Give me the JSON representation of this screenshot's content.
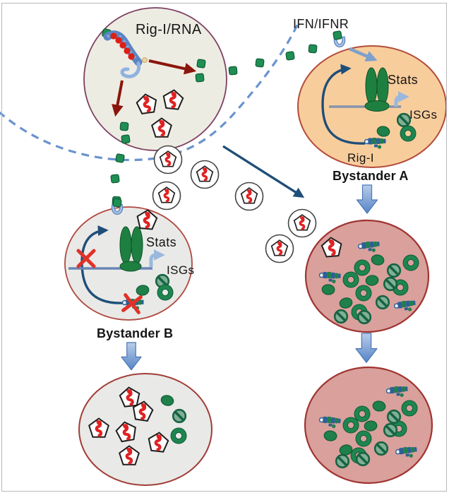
{
  "figure": {
    "title": "Rig-I RNA sensing and interferon bystander response diagram",
    "labels": {
      "rig_i_rna": "Rig-I/RNA",
      "ifn_ifnr": "IFN/IFNR",
      "stats_a": "Stats",
      "isgs_a": "ISGs",
      "rig_i_a": "Rig-I",
      "bystander_a": "Bystander A",
      "stats_b": "Stats",
      "isgs_b": "ISGs",
      "bystander_b": "Bystander B"
    }
  },
  "palette": {
    "green": "#1f8049",
    "green_dark": "#0f5c36",
    "navy_arrow": "#1f4e79",
    "dark_red_arrow": "#8b150c",
    "light_blue_arrow": "#7da0cc",
    "dashed_line_blue": "#6a93cf",
    "red_x": "#e03228",
    "virus_red": "#e02222",
    "infected_cell_fill": "#edece2",
    "infected_cell_border": "#7d3f63",
    "bystander_a_fill": "#f8cd9c",
    "pink_cell_fill": "#d9a09c",
    "gray_cell_fill": "#e9e9e7",
    "cell_border_red": "#a93f38"
  },
  "scatter": {
    "ifn_squares_inside": [
      [
        285,
        90,
        8
      ],
      [
        283,
        110,
        -6
      ],
      [
        176,
        179,
        5
      ],
      [
        178,
        197,
        -8
      ]
    ],
    "ifn_trail_b": [
      [
        170,
        224,
        10
      ],
      [
        163,
        253,
        -7
      ],
      [
        165,
        284,
        4
      ]
    ],
    "ifn_trail_a": [
      [
        330,
        100,
        -5
      ],
      [
        368,
        89,
        7
      ],
      [
        411,
        79,
        -8
      ],
      [
        443,
        69,
        5
      ]
    ],
    "ifn_on_receptors": [
      [
        478,
        50,
        -10
      ],
      [
        166,
        287,
        8
      ]
    ],
    "receptors": [
      [
        481,
        58,
        0
      ],
      [
        166,
        295,
        0
      ]
    ],
    "infected_viruses": [
      [
        208,
        148,
        -8
      ],
      [
        245,
        142,
        6
      ],
      [
        229,
        182,
        0
      ]
    ],
    "virions": [
      [
        238,
        226
      ],
      [
        290,
        247
      ],
      [
        236,
        277
      ],
      [
        353,
        278
      ],
      [
        428,
        316
      ],
      [
        396,
        352
      ]
    ],
    "edge_viruses": [
      [
        208,
        312,
        5
      ],
      [
        470,
        351,
        -5
      ]
    ],
    "a_cell_nosyms": [
      [
        572,
        170
      ]
    ],
    "a_cell_donuts": [
      [
        578,
        189
      ]
    ],
    "a_cell_blobs": [
      [
        543,
        186,
        10
      ]
    ],
    "a_cell_machines": [
      [
        531,
        200,
        0
      ]
    ],
    "b_cell_nosyms": [
      [
        230,
        398
      ]
    ],
    "b_cell_donuts": [
      [
        234,
        414
      ]
    ],
    "b_cell_blobs": [
      [
        202,
        411,
        -10
      ]
    ],
    "b_cell_machines": [
      [
        188,
        428,
        0
      ]
    ],
    "red_xs": [
      [
        122,
        366,
        0
      ],
      [
        187,
        430,
        8
      ]
    ],
    "b_products_viruses": [
      [
        184,
        563,
        -6
      ],
      [
        202,
        583,
        8
      ],
      [
        140,
        607,
        0
      ],
      [
        179,
        612,
        -10
      ],
      [
        224,
        627,
        6
      ],
      [
        183,
        646,
        0
      ]
    ],
    "b_products_blobs": [
      [
        237,
        567,
        15
      ]
    ],
    "b_products_nosyms": [
      [
        254,
        589
      ]
    ],
    "b_products_donuts": [
      [
        253,
        617
      ]
    ],
    "mid_donuts": [
      [
        513,
        379
      ],
      [
        582,
        372
      ],
      [
        497,
        396
      ],
      [
        567,
        407
      ],
      [
        515,
        415
      ],
      [
        509,
        442
      ]
    ],
    "mid_nosyms": [
      [
        558,
        383
      ],
      [
        553,
        402
      ],
      [
        542,
        428
      ],
      [
        483,
        448
      ],
      [
        516,
        449
      ]
    ],
    "mid_blobs": [
      [
        535,
        368,
        12
      ],
      [
        527,
        397,
        -8
      ],
      [
        465,
        410,
        5
      ],
      [
        490,
        429,
        -14
      ]
    ],
    "mid_machines": [
      [
        522,
        347,
        -6
      ],
      [
        467,
        390,
        4
      ],
      [
        573,
        431,
        -8
      ]
    ],
    "bot_donuts": [
      [
        513,
        586
      ],
      [
        580,
        578
      ],
      [
        497,
        602
      ],
      [
        565,
        607
      ],
      [
        515,
        621
      ],
      [
        508,
        645
      ]
    ],
    "bot_nosyms": [
      [
        558,
        590
      ],
      [
        553,
        609
      ],
      [
        540,
        635
      ],
      [
        485,
        653
      ],
      [
        514,
        650
      ]
    ],
    "bot_blobs": [
      [
        537,
        575,
        10
      ],
      [
        525,
        603,
        -8
      ],
      [
        468,
        617,
        6
      ],
      [
        490,
        637,
        -12
      ]
    ],
    "bot_machines": [
      [
        562,
        552,
        -5
      ],
      [
        467,
        595,
        5
      ],
      [
        575,
        638,
        -6
      ]
    ]
  }
}
